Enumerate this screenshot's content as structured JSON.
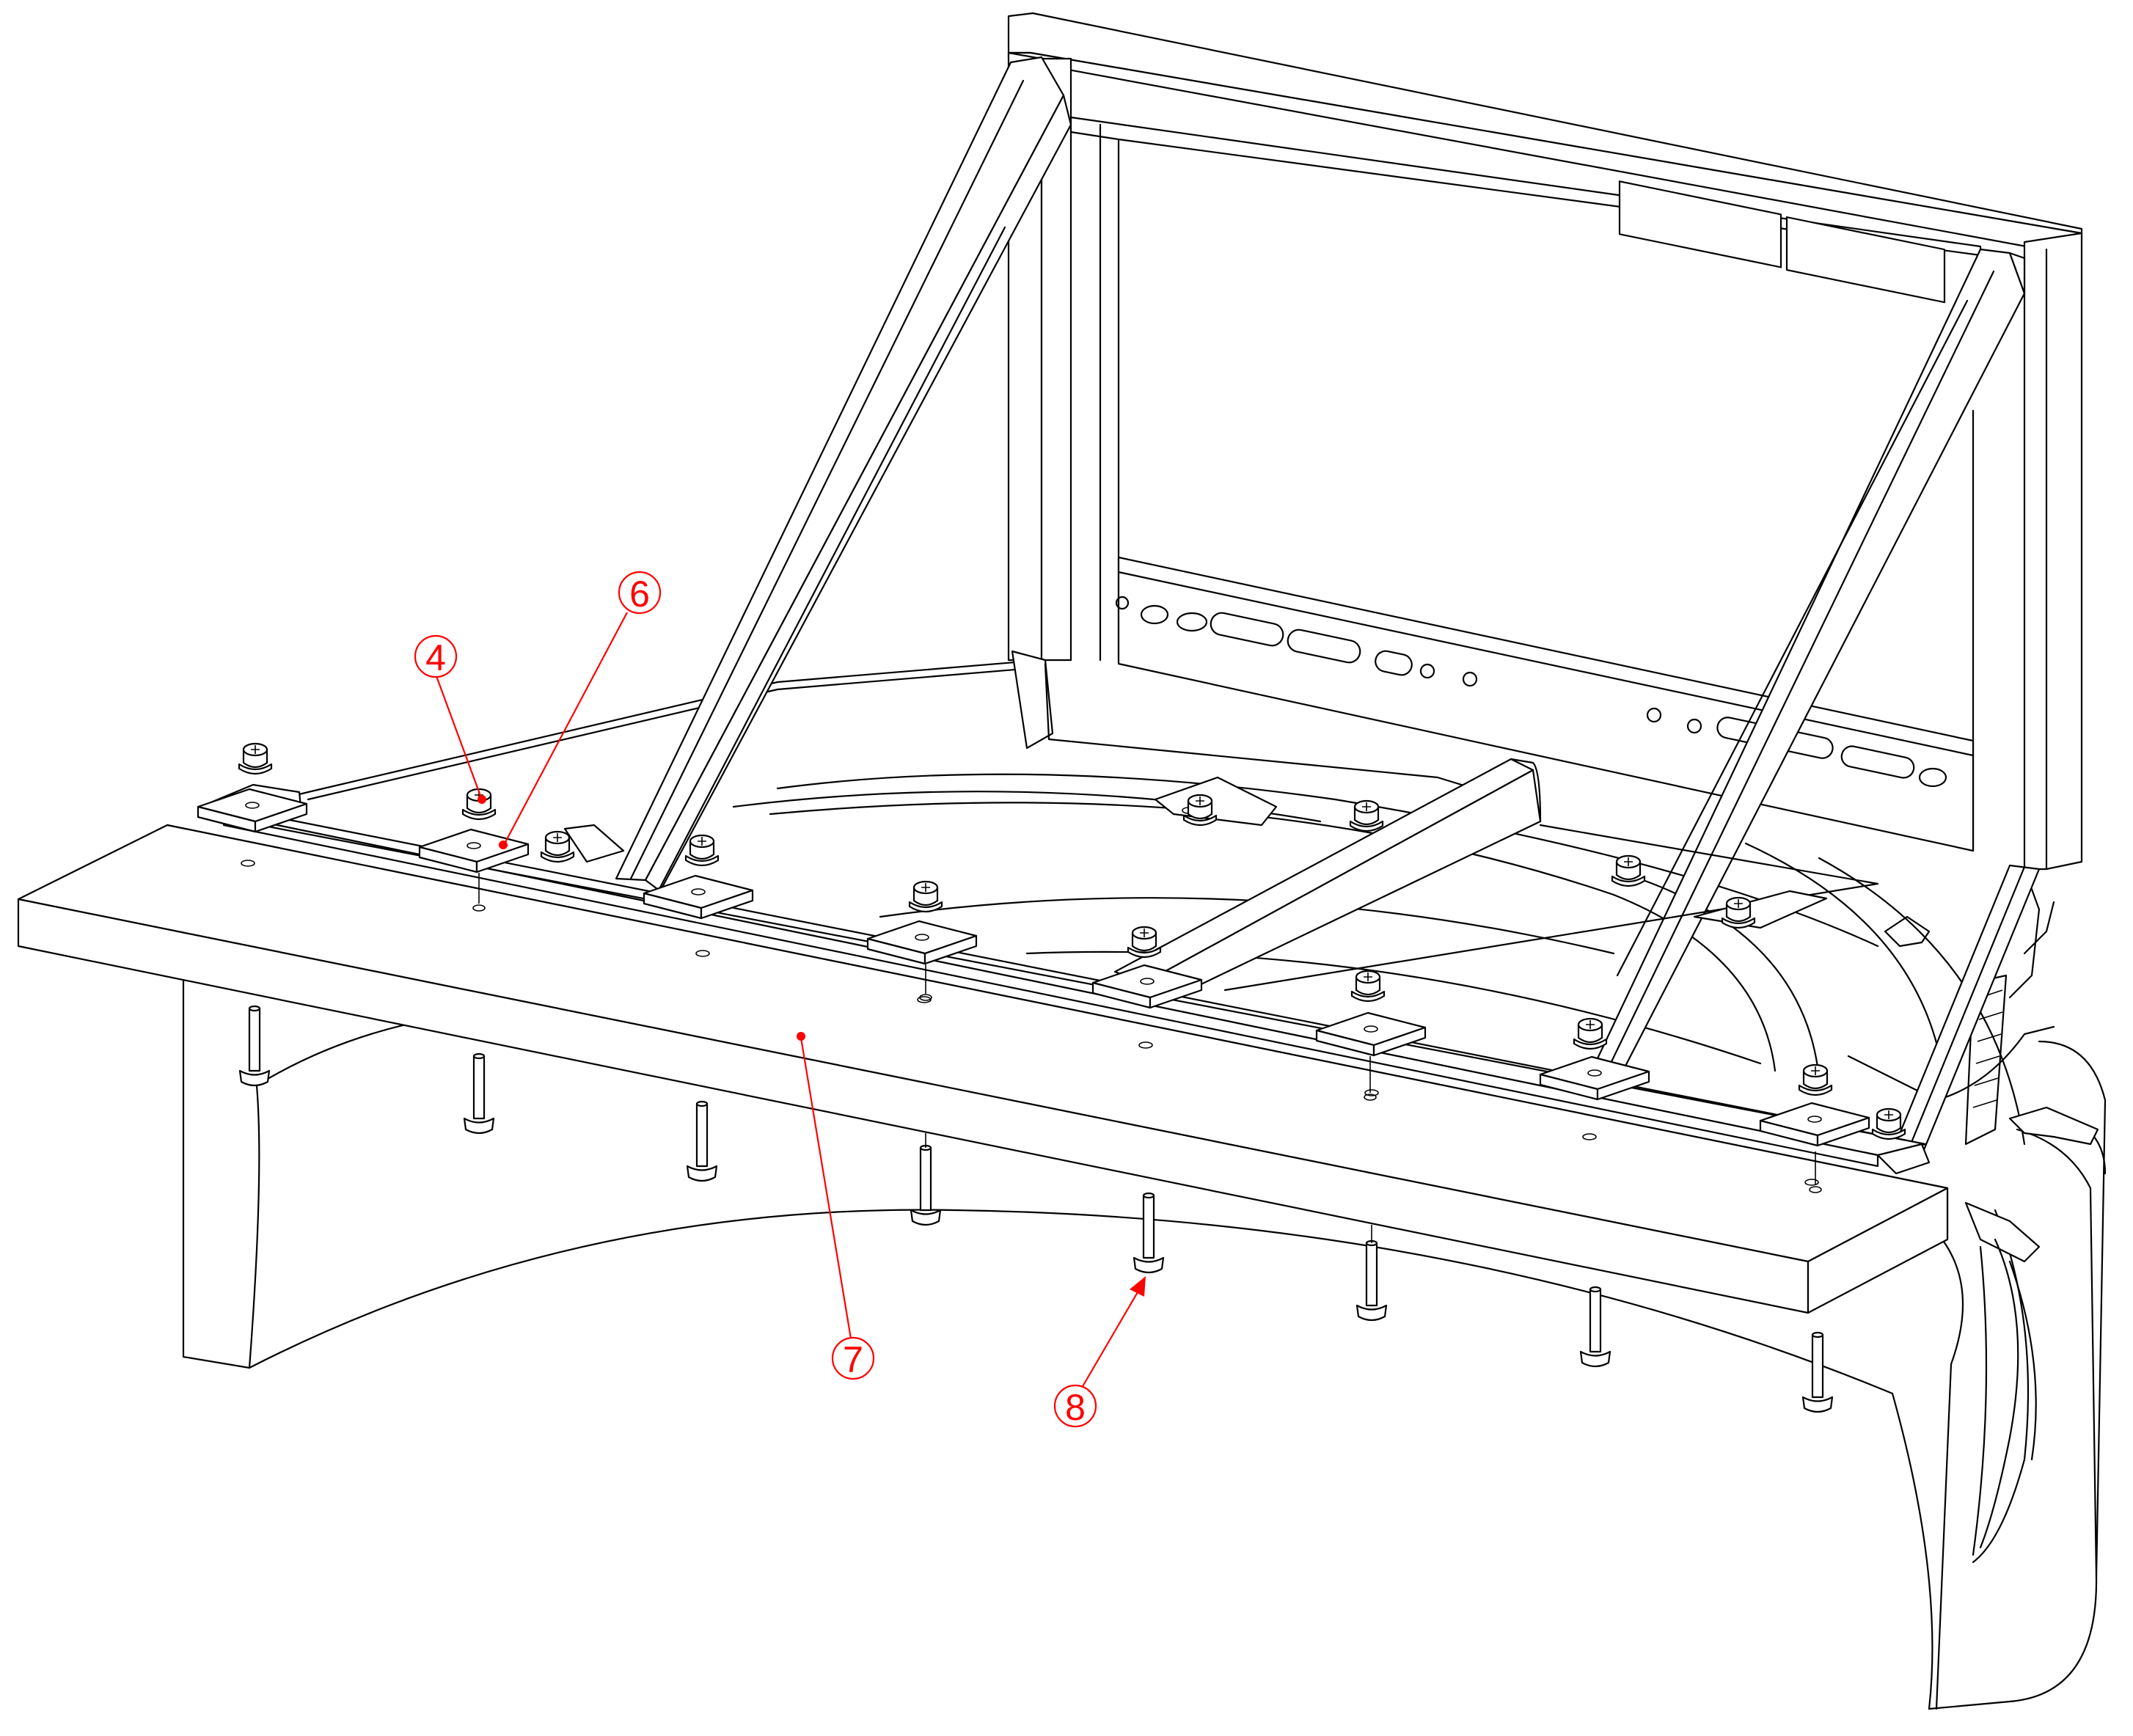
{
  "figure": {
    "description_colors": {
      "outline": "#000000",
      "callout": "#ff0000",
      "background": "#ffffff"
    }
  },
  "callouts": [
    {
      "id": "4",
      "label": "4"
    },
    {
      "id": "6",
      "label": "6"
    },
    {
      "id": "7",
      "label": "7"
    },
    {
      "id": "8",
      "label": "8"
    }
  ]
}
